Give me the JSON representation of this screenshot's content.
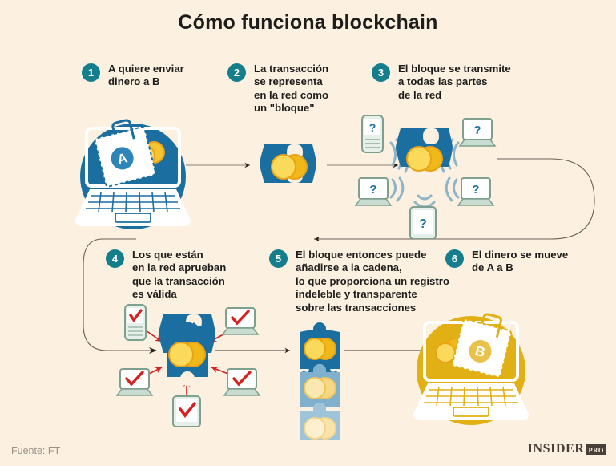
{
  "title": "Cómo funciona blockchain",
  "background_color": "#FCF0E1",
  "accent_color": "#147E8C",
  "steps": [
    {
      "number": "1",
      "text": "A quiere enviar\ndinero a B"
    },
    {
      "number": "2",
      "text": "La transacción\nse representa\nen la red como\nun \"bloque\""
    },
    {
      "number": "3",
      "text": "El bloque se transmite\na todas las partes\nde la red"
    },
    {
      "number": "4",
      "text": "Los que están\nen la red aprueban\nque la transacción\nes válida"
    },
    {
      "number": "5",
      "text": "El bloque entonces puede\nañadirse a la cadena,\nlo que proporciona un registro\nindeleble y transparente\nsobre las transacciones"
    },
    {
      "number": "6",
      "text": "El dinero se mueve\nde A a B"
    }
  ],
  "illustrations": {
    "step1": {
      "name": "laptop-wallet-a",
      "wallet_label": "A",
      "circle_color": "#1A6FA0",
      "device_color": "#FFFFFF"
    },
    "step2": {
      "name": "block-puzzle-coins",
      "color": "#1A6FA0"
    },
    "step3": {
      "name": "broadcast-network",
      "node_label": "?",
      "node_count": 5
    },
    "step4": {
      "name": "approval-network",
      "node_label": "check",
      "check_color": "#D62020",
      "node_count": 5
    },
    "step5": {
      "name": "block-chain-stack",
      "blocks": 3
    },
    "step6": {
      "name": "laptop-wallet-b",
      "wallet_label": "B",
      "circle_color": "#E0B014",
      "device_color": "#FFFFFF"
    }
  },
  "footer": {
    "source": "Fuente: FT",
    "logo_word": "INSIDER",
    "logo_badge": "PRO"
  }
}
